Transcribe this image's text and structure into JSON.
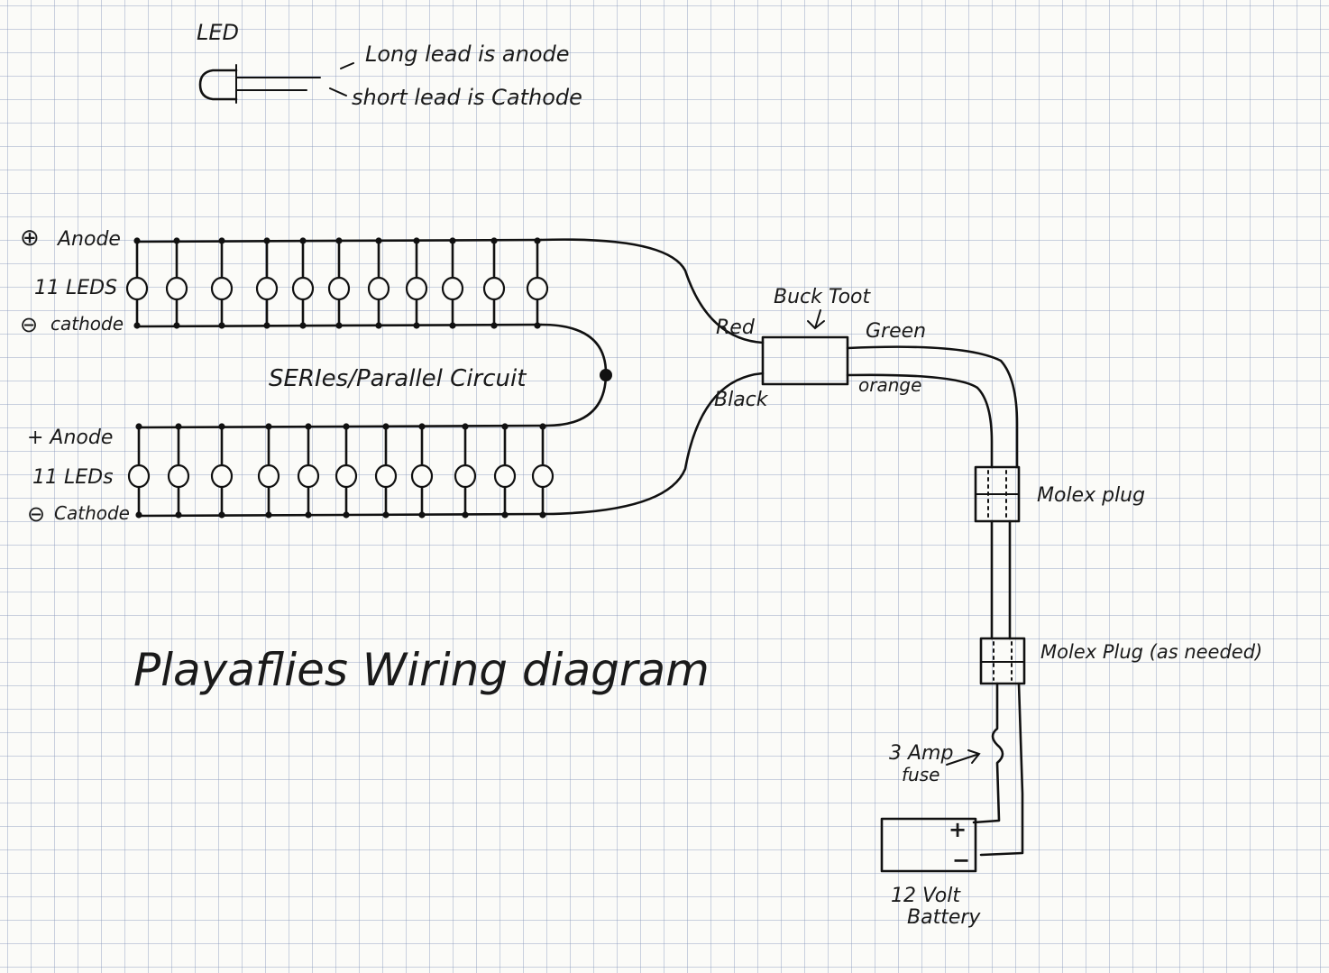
{
  "legend": {
    "title": "LED",
    "long_lead": "Long lead is anode",
    "short_lead": "short lead is Cathode"
  },
  "strip_top": {
    "anode_label": "Anode",
    "count_label": "11 LEDS",
    "cathode_label": "cathode",
    "plus_symbol": "⊕",
    "minus_symbol": "⊖"
  },
  "strip_bottom": {
    "anode_label": "+ Anode",
    "count_label": "11 LEDs",
    "cathode_label": "Cathode",
    "minus_symbol": "⊖"
  },
  "circuit_label": "SERIes/Parallel Circuit",
  "buck": {
    "label": "Buck Toot",
    "red": "Red",
    "black": "Black",
    "green": "Green",
    "orange": "orange"
  },
  "molex_1": "Molex plug",
  "molex_2": "Molex Plug (as needed)",
  "fuse": {
    "line1": "3 Amp",
    "line2": "fuse"
  },
  "battery": {
    "line1": "12 Volt",
    "line2": "Battery",
    "plus": "+",
    "minus": "−"
  },
  "title": "Playaflies Wiring diagram"
}
